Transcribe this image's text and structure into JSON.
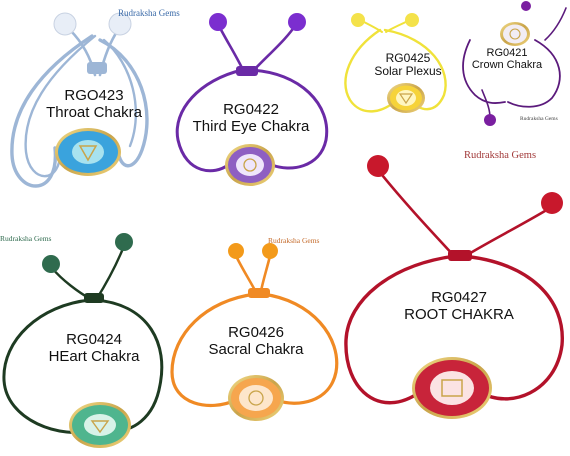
{
  "watermark_text": "Rudraksha Gems",
  "bracelets": [
    {
      "id": "throat",
      "code": "RGO423",
      "name": "Throat Chakra",
      "cord_color": "#9db6d6",
      "bead_color": "#e8eef7",
      "disc_color": "#3aa3dd",
      "inner_color": "#a7e2ef"
    },
    {
      "id": "third-eye",
      "code": "RG0422",
      "name": "Third Eye Chakra",
      "cord_color": "#6a2aa6",
      "bead_color": "#7b2ecf",
      "disc_color": "#8e5fc2",
      "inner_color": "#efe6fb"
    },
    {
      "id": "solar-plexus",
      "code": "RG0425",
      "name": "Solar Plexus",
      "cord_color": "#f0e23a",
      "bead_color": "#f4e24a",
      "disc_color": "#f6d33a",
      "inner_color": "#fff6c0"
    },
    {
      "id": "crown",
      "code": "RG0421",
      "name": "Crown Chakra",
      "cord_color": "#5b1a7c",
      "bead_color": "#7a1fa0",
      "disc_color": "#f2edf4",
      "inner_color": "#ffffff"
    },
    {
      "id": "heart",
      "code": "RG0424",
      "name": "HEart Chakra",
      "cord_color": "#1e3b22",
      "bead_color": "#2f6b4e",
      "disc_color": "#4fb58e",
      "inner_color": "#d9f2e8"
    },
    {
      "id": "sacral",
      "code": "RG0426",
      "name": "Sacral Chakra",
      "cord_color": "#f08a24",
      "bead_color": "#f39a1a",
      "disc_color": "#f6a64e",
      "inner_color": "#fde6cb"
    },
    {
      "id": "root",
      "code": "RG0427",
      "name": "ROOT CHAKRA",
      "cord_color": "#b3122a",
      "bead_color": "#c8182c",
      "disc_color": "#c8243a",
      "inner_color": "#fbe3e3"
    }
  ]
}
